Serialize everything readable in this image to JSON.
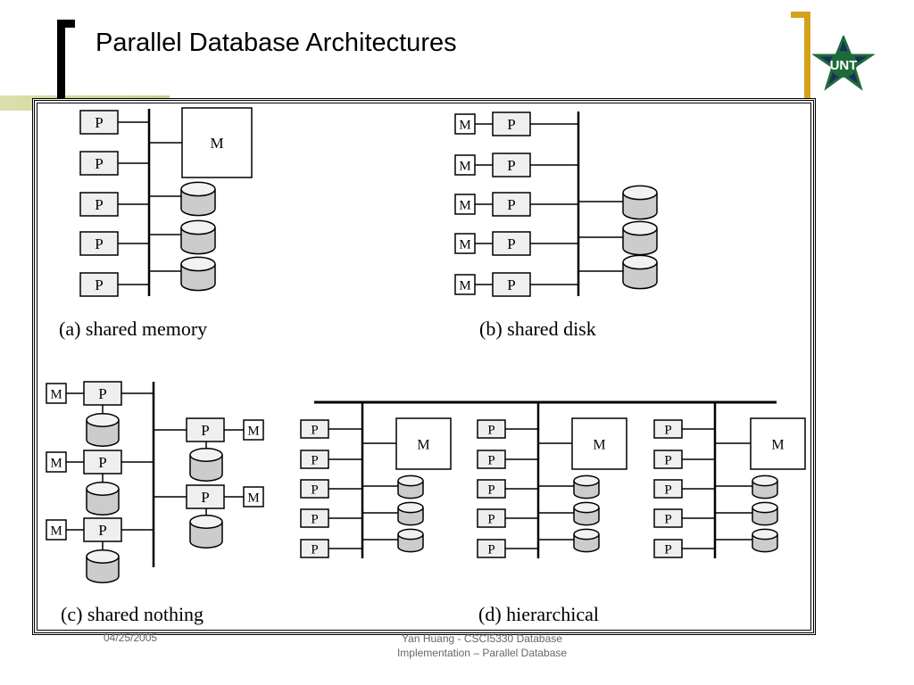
{
  "slide": {
    "title": "Parallel Database Architectures"
  },
  "logo": {
    "text": "UNT",
    "icon": "unt-star-logo",
    "colors": {
      "green": "#1e6b3a",
      "navy": "#1c2d5c",
      "white": "#ffffff"
    }
  },
  "labels": {
    "processor": "P",
    "memory": "M"
  },
  "panels": {
    "a": {
      "caption": "(a) shared memory"
    },
    "b": {
      "caption": "(b) shared disk"
    },
    "c": {
      "caption": "(c) shared nothing"
    },
    "d": {
      "caption": "(d) hierarchical"
    }
  },
  "footer": {
    "date": "04/25/2005",
    "line1": "Yan Huang - CSCI5330 Database",
    "line2": "Implementation – Parallel Database"
  },
  "colors": {
    "box_fill": "#efefef",
    "disk_fill": "#cccccc",
    "accent_gold": "#d4a21a",
    "olive": "#c9cf8a"
  }
}
